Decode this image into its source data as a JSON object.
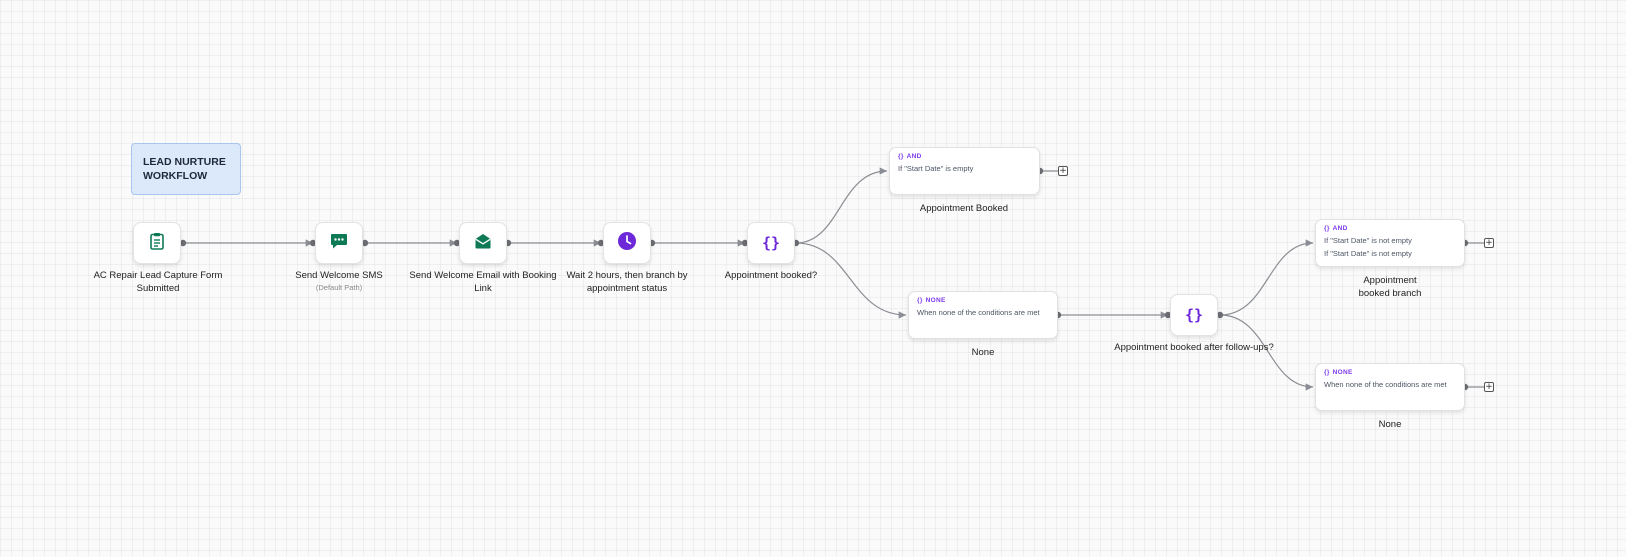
{
  "workflow": {
    "title": "LEAD NURTURE WORKFLOW"
  },
  "nodes": {
    "trigger": {
      "label": "AC Repair Lead Capture Form Submitted",
      "icon": "clipboard-icon",
      "color": "#0e7a55"
    },
    "sms": {
      "label": "Send Welcome SMS",
      "sublabel": "(Default Path)",
      "icon": "chat-message-icon",
      "color": "#0e7a55"
    },
    "email": {
      "label": "Send Welcome Email with Booking Link",
      "icon": "open-envelope-icon",
      "color": "#0e7a55"
    },
    "wait": {
      "label": "Wait 2 hours, then branch by appointment status",
      "icon": "clock-icon",
      "color": "#6d28d9"
    },
    "condition1": {
      "label": "Appointment booked?",
      "icon": "curly-braces-icon",
      "color": "#6d28d9"
    },
    "condition2": {
      "label": "Appointment booked after follow-ups?",
      "icon": "curly-braces-icon",
      "color": "#6d28d9"
    }
  },
  "branches": {
    "b1_and": {
      "badge": "AND",
      "lines": [
        "If \"Start Date\" is empty"
      ],
      "label": "Appointment Booked"
    },
    "b1_none": {
      "badge": "NONE",
      "lines": [
        "When none of the conditions are met"
      ],
      "label": "None"
    },
    "b2_and": {
      "badge": "AND",
      "lines": [
        "If \"Start Date\" is not empty",
        "If \"Start Date\" is not empty"
      ],
      "label": "Appointment booked branch"
    },
    "b2_none": {
      "badge": "NONE",
      "lines": [
        "When none of the conditions are met"
      ],
      "label": "None"
    }
  },
  "add_button_symbol": "+",
  "colors": {
    "connector": "#8a8d93",
    "badge": "#7c3aed",
    "title_bg": "#dbe9fb"
  }
}
